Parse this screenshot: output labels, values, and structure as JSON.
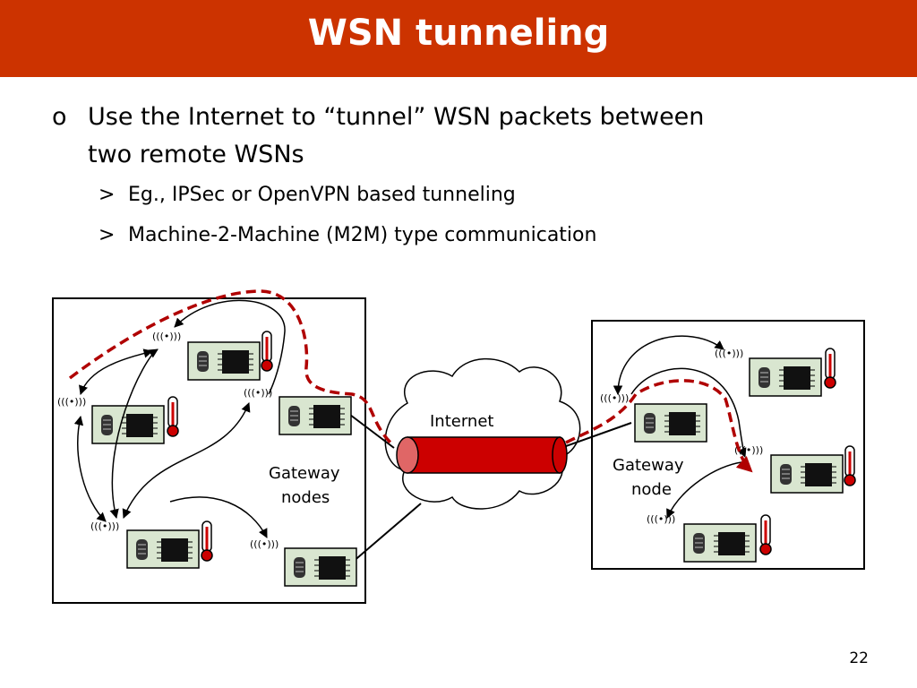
{
  "title": "WSN tunneling",
  "bullets": {
    "main_marker": "o",
    "main_line1": "Use the Internet to “tunnel” WSN packets between",
    "main_line2": "two remote WSNs",
    "sub_marker": ">",
    "sub1": "Eg., IPSec or OpenVPN based tunneling",
    "sub2": "Machine-2-Machine (M2M) type communication"
  },
  "diagram": {
    "internet_label": "Internet",
    "left_gateway_line1": "Gateway",
    "left_gateway_line2": "nodes",
    "right_gateway_line1": "Gateway",
    "right_gateway_line2": "node",
    "radio_glyph": "(((•)))",
    "colors": {
      "title_bar": "#cc3300",
      "tunnel_path": "#b00000",
      "tunnel_tube": "#cc0000",
      "node_fill": "#d9e6d0",
      "thermometer": "#cc0000"
    }
  },
  "page_number": "22"
}
